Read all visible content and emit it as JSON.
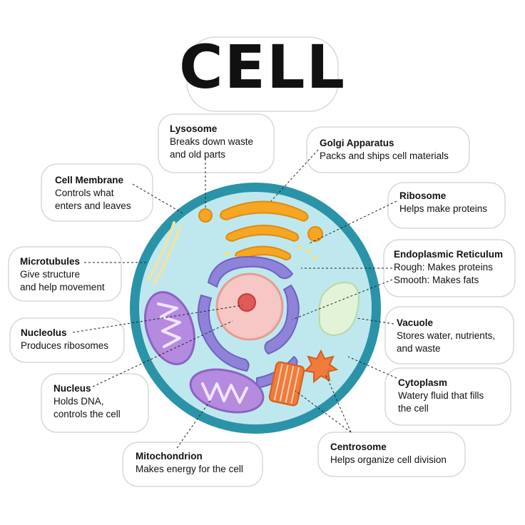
{
  "title": "CELL",
  "colors": {
    "membrane": "#2a93a8",
    "cytoplasm": "#bfe8ee",
    "golgi": "#f6a623",
    "er": "#8e83d9",
    "nucleus": "#f6c7c4",
    "nucleolus": "#e05a5a",
    "mitochondrion": "#b58be0",
    "vacuole": "#e3f3d8",
    "centrosome": "#f07b3a"
  },
  "labels": {
    "lysosome": {
      "title": "Lysosome",
      "desc1": "Breaks down waste",
      "desc2": "and old parts"
    },
    "golgi": {
      "title": "Golgi Apparatus",
      "desc1": "Packs and ships cell materials"
    },
    "membrane": {
      "title": "Cell Membrane",
      "desc1": "Controls what",
      "desc2": "enters and leaves"
    },
    "ribosome": {
      "title": "Ribosome",
      "desc1": "Helps make proteins"
    },
    "microtubules": {
      "title": "Microtubules",
      "desc1": "Give structure",
      "desc2": "and help movement"
    },
    "er": {
      "title": "Endoplasmic Reticulum",
      "desc1": "Rough: Makes proteins",
      "desc2": "Smooth: Makes fats"
    },
    "nucleolus": {
      "title": "Nucleolus",
      "desc1": "Produces ribosomes"
    },
    "vacuole": {
      "title": "Vacuole",
      "desc1": "Stores water, nutrients,",
      "desc2": "and waste"
    },
    "nucleus": {
      "title": "Nucleus",
      "desc1": "Holds DNA,",
      "desc2": "controls the cell"
    },
    "cytoplasm": {
      "title": "Cytoplasm",
      "desc1": "Watery fluid that fills",
      "desc2": "the cell"
    },
    "mitochondrion": {
      "title": "Mitochondrion",
      "desc1": "Makes energy for the cell"
    },
    "centrosome": {
      "title": "Centrosome",
      "desc1": "Helps organize cell division"
    }
  }
}
